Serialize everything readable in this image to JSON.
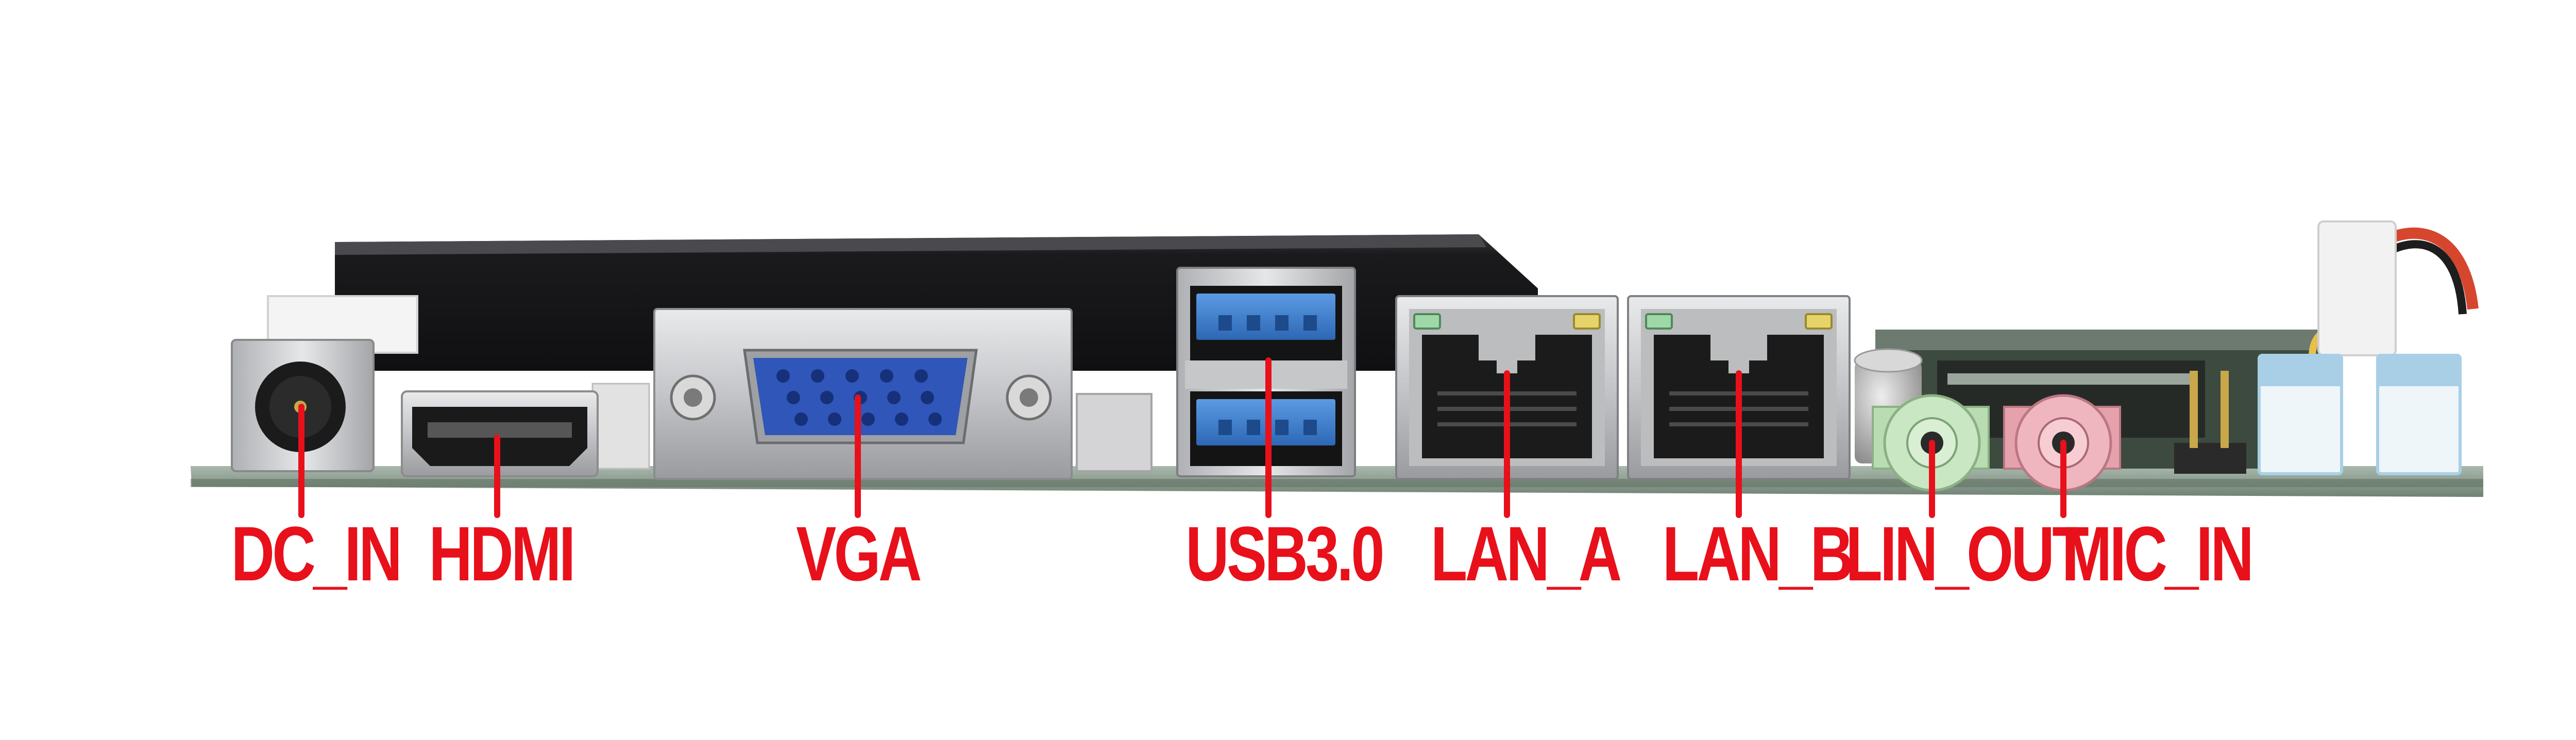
{
  "colors": {
    "label_red": "#e8101a",
    "pcb_green": "#8fa394",
    "heatsink": "#1c1c1e",
    "vga_blue": "#2f56b8",
    "usb_blue": "#3b7fd1",
    "metal": "#c9cacc",
    "line_out_green": "#b9dcb2",
    "mic_in_pink": "#e6a2ac",
    "header_light_blue": "#a8cfe6"
  },
  "ports": [
    {
      "id": "dc-in",
      "label": "DC_IN",
      "icon": "dc-barrel-jack-icon"
    },
    {
      "id": "hdmi",
      "label": "HDMI",
      "icon": "hdmi-port-icon"
    },
    {
      "id": "vga",
      "label": "VGA",
      "icon": "vga-port-icon"
    },
    {
      "id": "usb3",
      "label": "USB3.0",
      "icon": "usb3-port-icon"
    },
    {
      "id": "lan-a",
      "label": "LAN_A",
      "icon": "rj45-port-icon"
    },
    {
      "id": "lan-b",
      "label": "LAN_B",
      "icon": "rj45-port-icon"
    },
    {
      "id": "line-out",
      "label": "LIN_OUT",
      "icon": "audio-jack-green-icon"
    },
    {
      "id": "mic-in",
      "label": "MIC_IN",
      "icon": "audio-jack-pink-icon"
    }
  ]
}
